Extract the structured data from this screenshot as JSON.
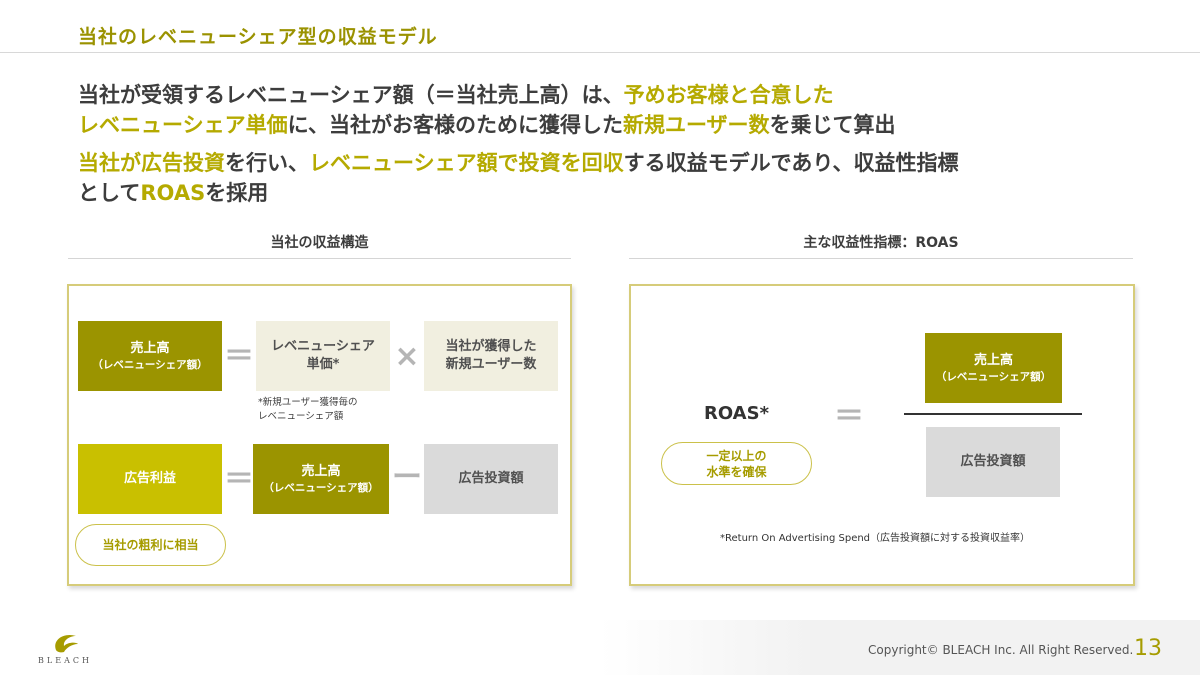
{
  "header": {
    "title": "当社のレベニューシェア型の収益モデル"
  },
  "lead1": {
    "part1": "当社が受領するレベニューシェア額（＝当社売上高）は、",
    "hl1": "予めお客様と合意した",
    "hl2": "レベニューシェア単価",
    "part2": "に、当社がお客様のために獲得した",
    "hl3": "新規ユーザー数",
    "part3": "を乗じて算出"
  },
  "lead2": {
    "hl1": "当社が広告投資",
    "part1": "を行い、",
    "hl2": "レベニューシェア額で投資を回収",
    "part2": "する収益モデルであり、収益性指標",
    "part3": "として",
    "hl3": "ROAS",
    "part4": "を採用"
  },
  "left_section": {
    "title": "当社の収益構造",
    "row1": {
      "revenue_main": "売上高",
      "revenue_sub": "（レベニューシェア額）",
      "op_equal": "＝",
      "unit_price_line1": "レベニューシェア",
      "unit_price_line2": "単価*",
      "op_times": "×",
      "users_line1": "当社が獲得した",
      "users_line2": "新規ユーザー数",
      "note_line1": "*新規ユーザー獲得毎の",
      "note_line2": "レベニューシェア額"
    },
    "row2": {
      "profit": "広告利益",
      "op_equal": "＝",
      "revenue_main": "売上高",
      "revenue_sub": "（レベニューシェア額）",
      "op_minus": "ー",
      "ad_invest": "広告投資額",
      "pill": "当社の粗利に相当"
    }
  },
  "right_section": {
    "title": "主な収益性指標：ROAS",
    "roas_label": "ROAS*",
    "op_equal": "＝",
    "numerator_main": "売上高",
    "numerator_sub": "（レベニューシェア額）",
    "denominator": "広告投資額",
    "pill_line1": "一定以上の",
    "pill_line2": "水準を確保",
    "note": "*Return On Advertising Spend（広告投資額に対する投資収益率）"
  },
  "footer": {
    "copyright": "Copyright© BLEACH Inc. All Right Reserved.",
    "page_number": "13",
    "logo_text": "BLEACH"
  },
  "colors": {
    "olive": "#9b9400",
    "yellow": "#c9c000",
    "accent": "#b5aa00",
    "cream": "#f1efe0",
    "grey": "#dadada"
  }
}
